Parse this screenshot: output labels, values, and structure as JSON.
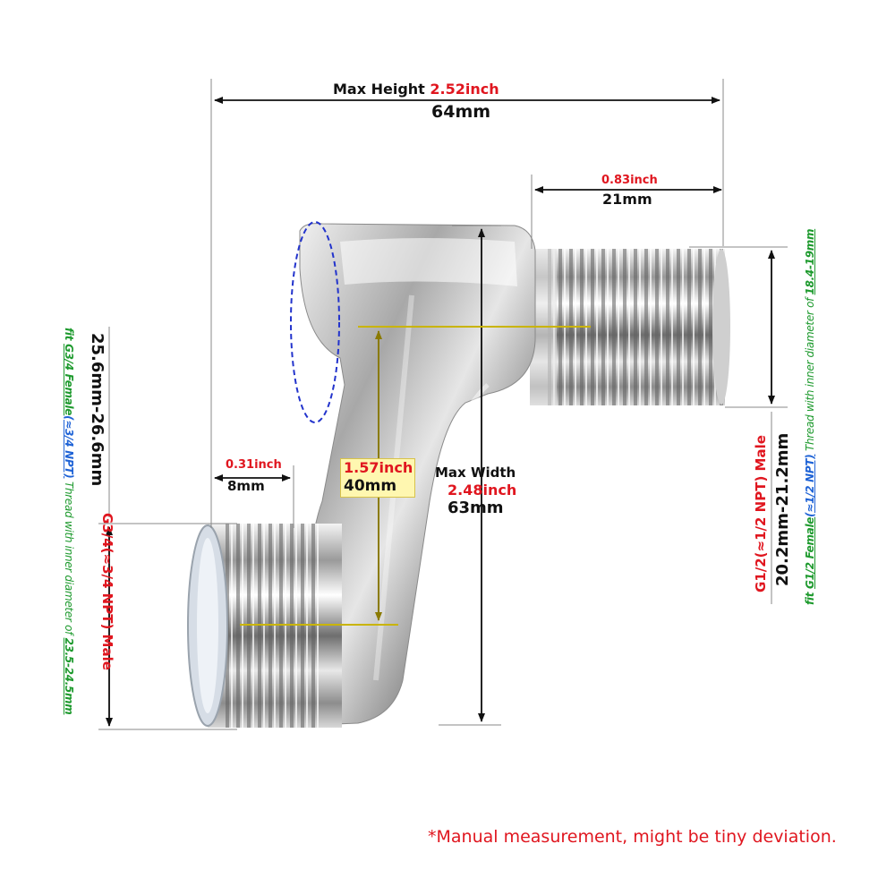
{
  "max_height": {
    "label": "Max Height",
    "inch": "2.52inch",
    "mm": "64mm"
  },
  "right_thread_length": {
    "inch": "0.83inch",
    "mm": "21mm"
  },
  "left_thread_length": {
    "inch": "0.31inch",
    "mm": "8mm"
  },
  "offset": {
    "inch": "1.57inch",
    "mm": "40mm"
  },
  "max_width": {
    "label": "Max Width",
    "inch": "2.48inch",
    "mm": "63mm"
  },
  "left_thread_spec": {
    "type": "G3/4(≈3/4 NPT) Male",
    "size": "25.6mm-26.6mm",
    "fit_prefix": "fit ",
    "fit_type": "G3/4 Female",
    "fit_npt": "(≈3/4 NPT)",
    "fit_desc": " Thread with inner diameter of ",
    "fit_range": "23.5-24.5mm"
  },
  "right_thread_spec": {
    "type": "G1/2(≈1/2 NPT) Male",
    "size": "20.2mm-21.2mm",
    "fit_prefix": "fit ",
    "fit_type": "G1/2 Female",
    "fit_npt": "(≈1/2 NPT)",
    "fit_desc": " Thread with inner diameter of ",
    "fit_range": "18.4-19mm"
  },
  "note": "*Manual measurement, might be tiny deviation.",
  "colors": {
    "red": "#e0161f",
    "green": "#1e9a2e",
    "blue": "#1f63d6",
    "yellow_line": "#c9b400",
    "highlight": "#fff7b0"
  }
}
